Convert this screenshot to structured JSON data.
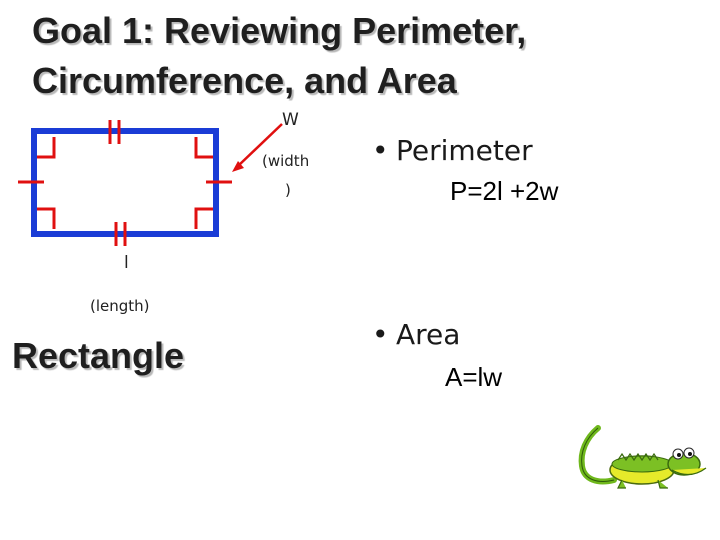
{
  "title": {
    "line1": "Goal 1: Reviewing Perimeter,",
    "line2": "Circumference, and Area"
  },
  "diagram": {
    "width_symbol": "W",
    "width_word_line1": "(width",
    "width_word_line2": ")",
    "length_symbol": "l",
    "length_word": "(length)",
    "shape_name": "Rectangle",
    "colors": {
      "rectangle": "#1a3cd6",
      "marks": "#e01010",
      "arrow": "#e01010"
    }
  },
  "bullets": [
    {
      "bullet": "•",
      "label": "Perimeter",
      "formula": "P=2l +2w"
    },
    {
      "bullet": "•",
      "label": "Area",
      "formula": "A=lw"
    }
  ],
  "mascot": {
    "icon": "alligator-icon"
  }
}
